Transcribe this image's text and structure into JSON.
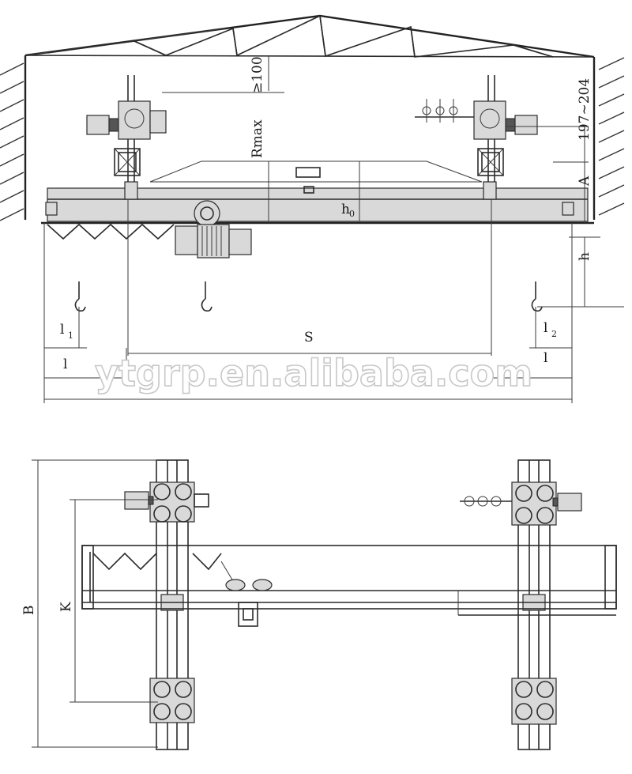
{
  "labels": {
    "clearance_top": "≥100",
    "rmax": "Rmax",
    "range_197_204": "197~204",
    "a": "A",
    "h0_main": "h",
    "h0_sub": "0",
    "h": "h",
    "s": "S",
    "l1_main": "l",
    "l1_sub": "1",
    "l2_main": "l",
    "l2_sub": "2",
    "l_left": "l",
    "l_right": "l",
    "b": "B",
    "k": "K"
  },
  "watermark": "ytgrp.en.alibaba.com",
  "colors": {
    "line": "#2b2b2b",
    "fill": "#d9d9d9",
    "background": "#ffffff"
  }
}
